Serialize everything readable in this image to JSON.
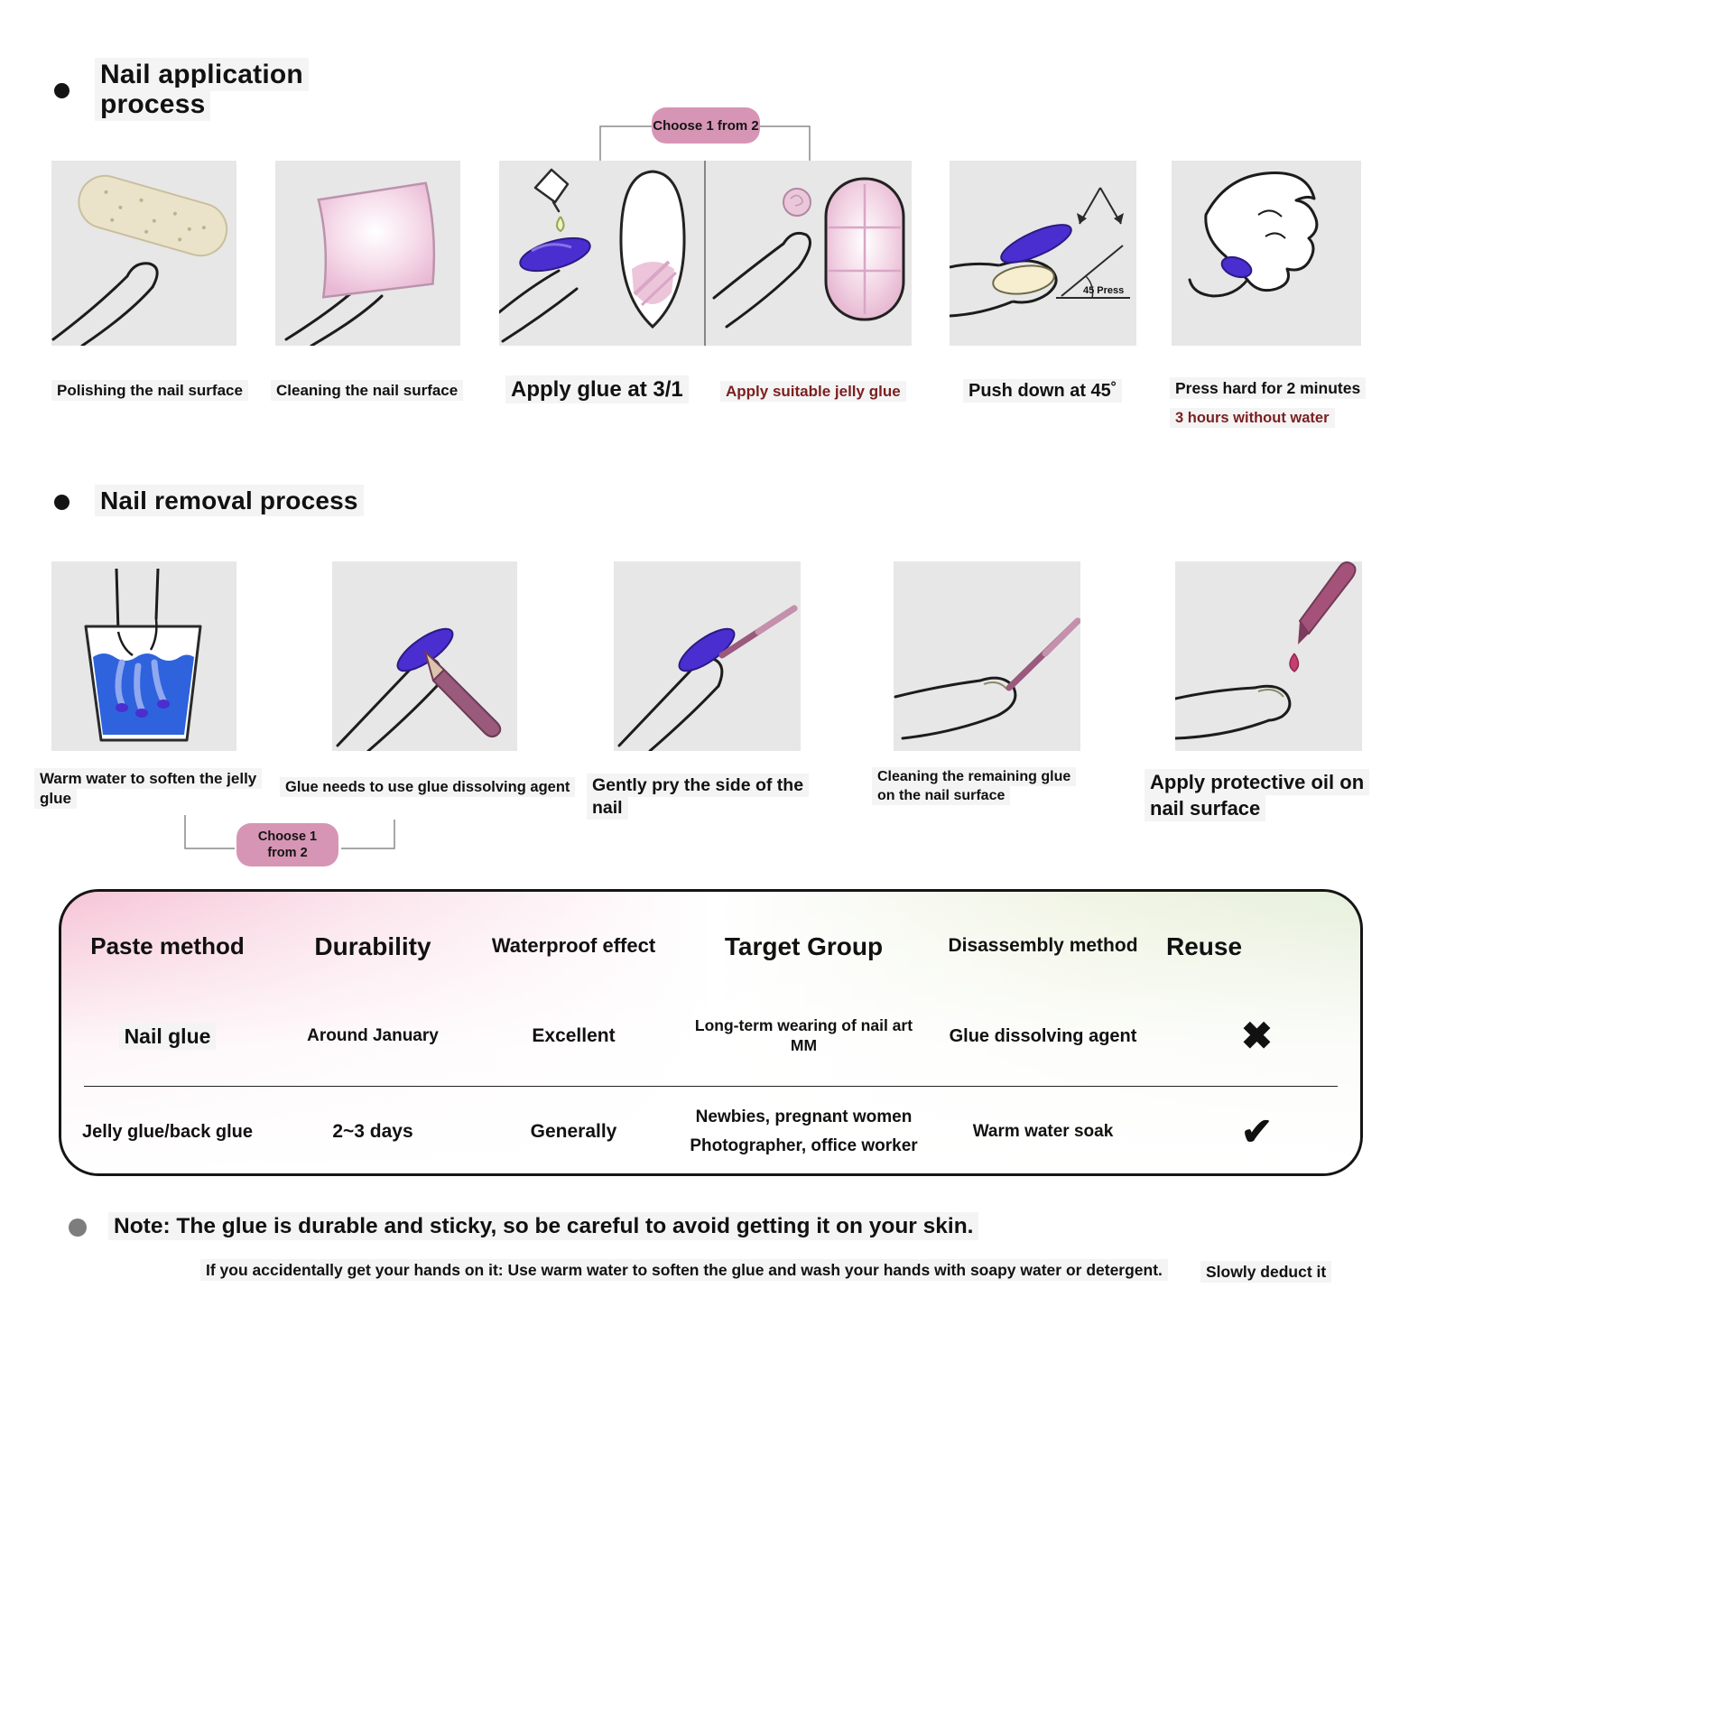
{
  "application": {
    "title": "Nail application process",
    "choose_badge": "Choose 1 from 2",
    "steps": [
      {
        "caption": "Polishing the nail surface"
      },
      {
        "caption": "Cleaning the nail surface"
      },
      {
        "caption": "Apply glue at 3/1"
      },
      {
        "caption": "Apply suitable jelly glue"
      },
      {
        "caption": "Push down at 45˚",
        "annotation": "45 Press"
      },
      {
        "caption": "Press hard for 2 minutes",
        "subcaption": "3 hours without water"
      }
    ]
  },
  "removal": {
    "title": "Nail removal process",
    "choose_badge": "Choose 1 from 2",
    "steps": [
      {
        "caption": "Warm water to soften the jelly glue"
      },
      {
        "caption": "Glue needs to use glue dissolving agent"
      },
      {
        "caption": "Gently pry the side of the nail"
      },
      {
        "caption": "Cleaning the remaining glue on the nail surface"
      },
      {
        "caption": "Apply protective oil on nail surface"
      }
    ]
  },
  "table": {
    "headers": [
      "Paste method",
      "Durability",
      "Waterproof effect",
      "Target Group",
      "Disassembly method",
      "Reuse"
    ],
    "rows": [
      {
        "method": "Nail glue",
        "durability": "Around January",
        "waterproof": "Excellent",
        "target": "Long-term wearing of nail art MM",
        "disassembly": "Glue dissolving agent",
        "reuse_mark": "✖"
      },
      {
        "method": "Jelly glue/back glue",
        "durability": "2~3 days",
        "waterproof": "Generally",
        "target_line1": "Newbies, pregnant women",
        "target_line2": "Photographer, office worker",
        "disassembly": "Warm water soak",
        "reuse_mark": "✔"
      }
    ]
  },
  "note": {
    "main": "Note: The glue is durable and sticky, so be careful to avoid getting it on your skin.",
    "sub": "If you accidentally get your hands on it: Use warm water to soften the glue and wash your hands with soapy water or detergent.",
    "aside": "Slowly deduct it"
  },
  "colors": {
    "badge_pink": "#d795b5",
    "accent_dark_red": "#7b1f1f",
    "nail_purple": "#4a2ecf",
    "water_blue": "#2f62dd",
    "table_gradient_left": "#f6c4d6",
    "table_gradient_right": "#e7f0dd"
  }
}
